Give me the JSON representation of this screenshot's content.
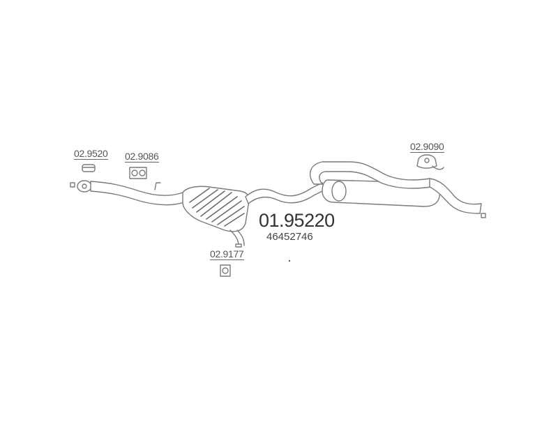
{
  "diagram": {
    "main_part_number": "01.95220",
    "oem_number": "46452746",
    "parts": [
      {
        "id": "clamp-left",
        "code": "02.9520"
      },
      {
        "id": "hanger-left",
        "code": "02.9086"
      },
      {
        "id": "hanger-bottom",
        "code": "02.9177"
      },
      {
        "id": "hanger-right",
        "code": "02.9090"
      }
    ],
    "colors": {
      "line": "#7a7a7a",
      "fill": "#ffffff",
      "hatch": "#6a6a6a"
    }
  }
}
